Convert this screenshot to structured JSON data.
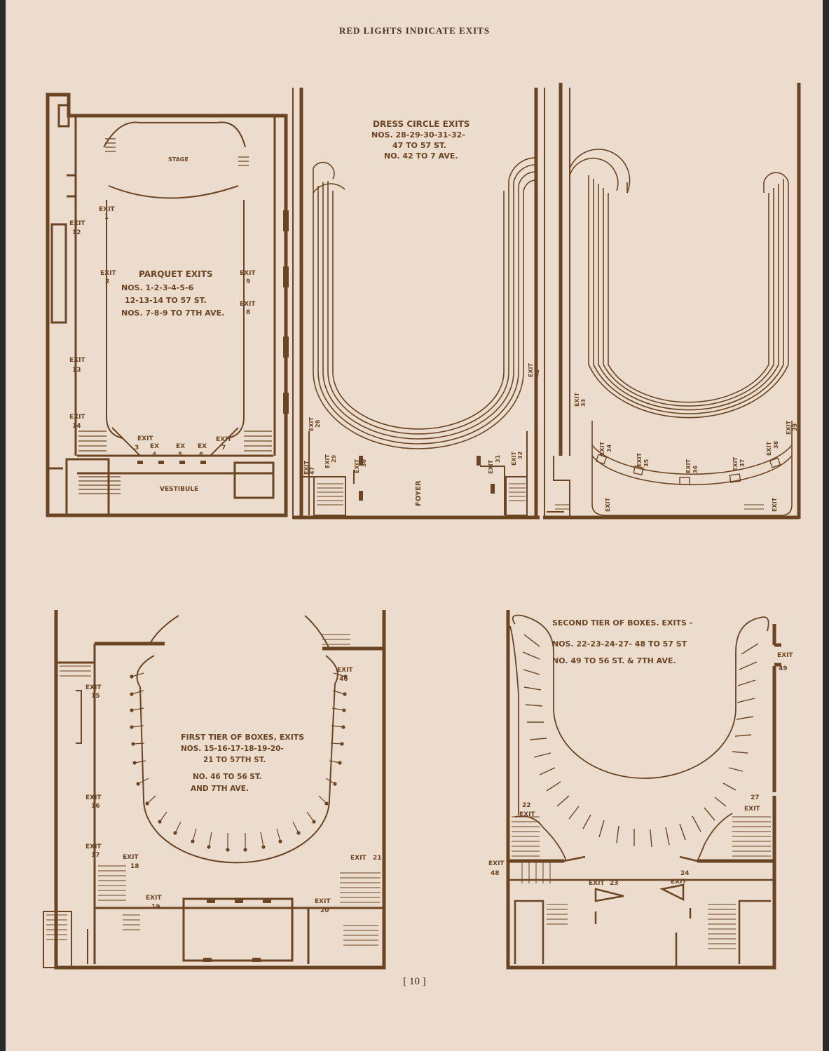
{
  "header": "RED LIGHTS INDICATE EXITS",
  "page_number": "[ 10 ]",
  "colors": {
    "paper": "#ebdccd",
    "ink": "#6b4423",
    "background": "#2a2a2a"
  },
  "plans": {
    "parquet": {
      "title": "PARQUET EXITS",
      "lines": [
        "NOS. 1-2-3-4-5-6",
        "12-13-14 TO 57 ST.",
        "NOS. 7-8-9 TO 7TH AVE."
      ],
      "stage": "STAGE",
      "vestibule": "VESTIBULE",
      "exit": "EXIT",
      "ex": "EX",
      "n": {
        "1": "1",
        "2": "2",
        "3": "3",
        "4": "4",
        "5": "5",
        "6": "6",
        "7": "7",
        "8": "8",
        "9": "9",
        "12": "12",
        "13": "13",
        "14": "14"
      }
    },
    "dress_circle": {
      "title": "DRESS CIRCLE EXITS",
      "lines": [
        "NOS. 28-29-30-31-32-",
        "47 TO 57 ST.",
        "NO. 42 TO 7 AVE."
      ],
      "foyer": "FOYER",
      "exit": "EXIT",
      "n": {
        "28": "28",
        "29": "29",
        "30": "30",
        "31": "31",
        "32": "32",
        "33": "33",
        "34": "34",
        "35": "35",
        "36": "36",
        "37": "37",
        "38": "38",
        "39": "39",
        "42": "42",
        "47": "47"
      }
    },
    "first_tier": {
      "title": "FIRST TIER OF BOXES, EXITS",
      "lines": [
        "NOS. 15-16-17-18-19-20-",
        "21 TO 57TH ST.",
        "NO. 46 TO 56 ST.",
        "AND 7TH AVE."
      ],
      "exit": "EXIT",
      "n": {
        "15": "15",
        "16": "16",
        "17": "17",
        "18": "18",
        "19": "19",
        "20": "20",
        "21": "21",
        "46": "46"
      }
    },
    "second_tier": {
      "title": "SECOND TIER OF BOXES. EXITS -",
      "lines": [
        "NOS. 22-23-24-27- 48 TO 57 ST",
        "NO. 49 TO 56 ST. & 7TH AVE."
      ],
      "exit": "EXIT",
      "n": {
        "22": "22",
        "23": "23",
        "24": "24",
        "27": "27",
        "48": "48",
        "49": "49"
      }
    }
  }
}
